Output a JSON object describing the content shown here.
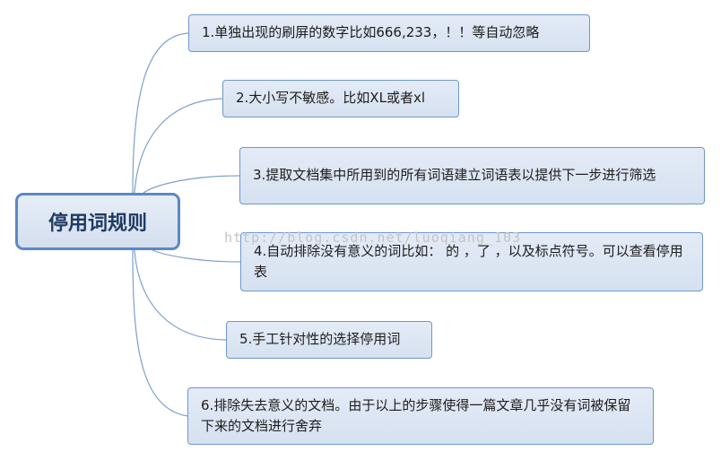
{
  "central_topic": "停用词规则",
  "rules": [
    "1.单独出现的刷屏的数字比如666,233，！！等自动忽略",
    "2.大小写不敏感。比如XL或者xl",
    "3.提取文档集中所用到的所有词语建立词语表以提供下一步进行筛选",
    "4.自动排除没有意义的词比如：  的  ，了  ，以及标点符号。可以查看停用表",
    "5.手工针对性的选择停用词",
    "6.排除失去意义的文档。由于以上的步骤使得一篇文章几乎没有词被保留下来的文档进行舍弃"
  ],
  "watermark": "http://blog.csdn.net/luoqiang_103"
}
